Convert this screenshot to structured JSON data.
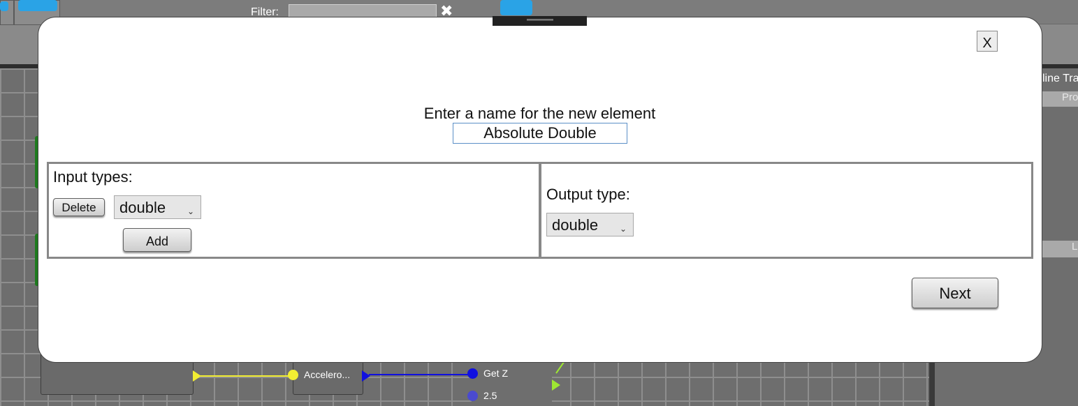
{
  "toolbar": {
    "filter_label": "Filter:",
    "filter_value": "",
    "filter_clear_icon": "close-x-icon"
  },
  "canvas": {
    "nodes": [
      {
        "label": "Accelero..."
      },
      {
        "label": "Get Z"
      },
      {
        "label": "2.5"
      }
    ],
    "wire_colors": {
      "yellow": "#f2ee32",
      "blue": "#1010e0",
      "green": "#9ee832"
    }
  },
  "right_panel": {
    "header": "line Tra",
    "tab1": "Pro",
    "tab2": "L"
  },
  "dialog": {
    "close_label": "X",
    "prompt": "Enter a name for the new element",
    "name_value": "Absolute Double",
    "input_types": {
      "title": "Input types:",
      "delete_label": "Delete",
      "selected_type": "double",
      "add_label": "Add"
    },
    "output_type": {
      "title": "Output type:",
      "selected_type": "double"
    },
    "next_label": "Next"
  },
  "colors": {
    "accent_blue": "#2aa3e6",
    "input_border": "#5b8fc7"
  }
}
